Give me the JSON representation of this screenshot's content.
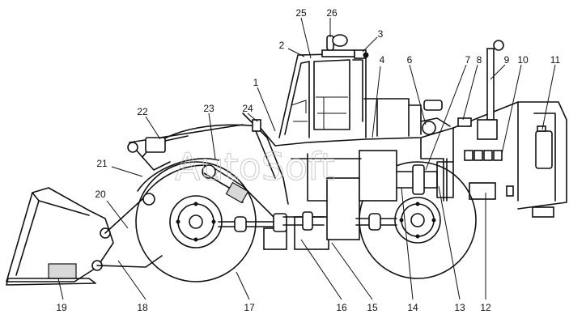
{
  "watermark": "AutoSoft",
  "callouts": [
    "1",
    "2",
    "3",
    "4",
    "6",
    "7",
    "8",
    "9",
    "10",
    "11",
    "12",
    "13",
    "14",
    "15",
    "16",
    "17",
    "18",
    "19",
    "20",
    "21",
    "22",
    "23",
    "24",
    "25",
    "26"
  ]
}
